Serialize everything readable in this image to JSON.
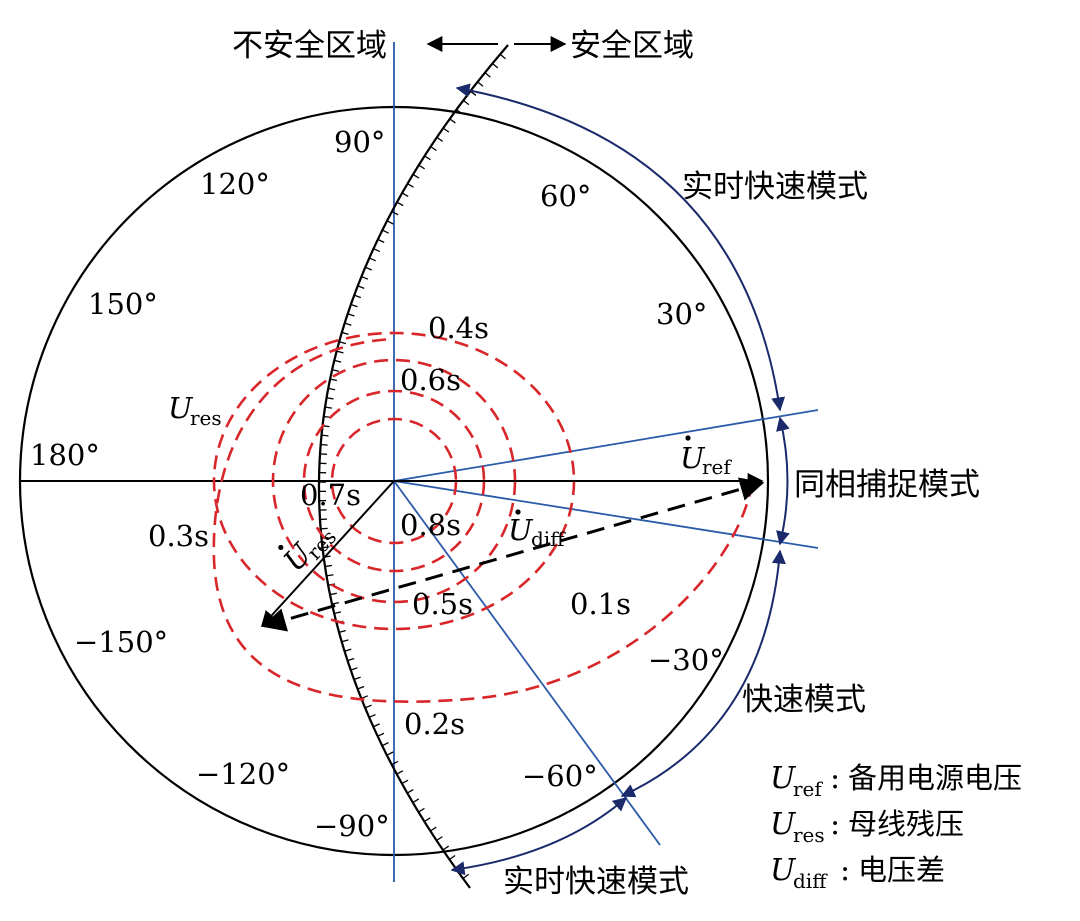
{
  "zones": {
    "unsafe": "不安全区域",
    "safe": "安全区域"
  },
  "modes": {
    "realtime_fast_top": "实时快速模式",
    "synchronous_capture": "同相捕捉模式",
    "fast": "快速模式",
    "realtime_fast_bottom": "实时快速模式"
  },
  "angles": [
    {
      "text": "90°",
      "deg": 90
    },
    {
      "text": "120°",
      "deg": 120
    },
    {
      "text": "60°",
      "deg": 60
    },
    {
      "text": "150°",
      "deg": 150
    },
    {
      "text": "30°",
      "deg": 30
    },
    {
      "text": "180°",
      "deg": 180
    },
    {
      "text": "−30°",
      "deg": -30
    },
    {
      "text": "−150°",
      "deg": -150
    },
    {
      "text": "−60°",
      "deg": -60
    },
    {
      "text": "−120°",
      "deg": -120
    },
    {
      "text": "−90°",
      "deg": -90
    }
  ],
  "time_labels": [
    "0.1s",
    "0.2s",
    "0.3s",
    "0.4s",
    "0.5s",
    "0.6s",
    "0.7s",
    "0.8s"
  ],
  "vectors": {
    "u_res_side": {
      "base": "U",
      "sub": "res"
    },
    "u_ref": {
      "base": "U",
      "sub": "ref"
    },
    "u_res": {
      "base": "U",
      "sub": "res"
    },
    "u_diff": {
      "base": "U",
      "sub": "diff"
    }
  },
  "legend": [
    {
      "base": "U",
      "sub": "ref",
      "desc": "备用电源电压"
    },
    {
      "base": "U",
      "sub": "res",
      "desc": "母线残压"
    },
    {
      "base": "U",
      "sub": "diff",
      "desc": "电压差"
    }
  ],
  "colors": {
    "blue": "#2a5aa8",
    "red": "#d8262a",
    "navy": "#1a2a6b",
    "black": "#000000"
  }
}
